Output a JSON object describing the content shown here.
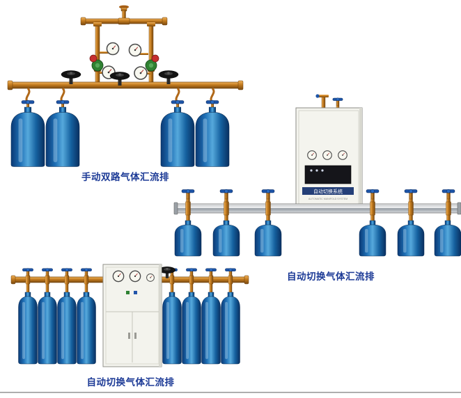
{
  "page": {
    "background": "#ffffff",
    "label_color": "#1c3a96"
  },
  "products": [
    {
      "label": "手动双路气体汇流排"
    },
    {
      "label": "自动切换气体汇流排"
    },
    {
      "label": "自动切换气体汇流排"
    }
  ],
  "cabinet": {
    "title": "自动切换系统",
    "subtitle": "AUTOMATIC MANIFOLD SYSTEM"
  },
  "colors": {
    "cylinder_blue": "#1565a8",
    "brass": "#c07820",
    "steel": "#9fa6ad",
    "regulator_green": "#2f8132",
    "regulator_red": "#c62f2f"
  }
}
